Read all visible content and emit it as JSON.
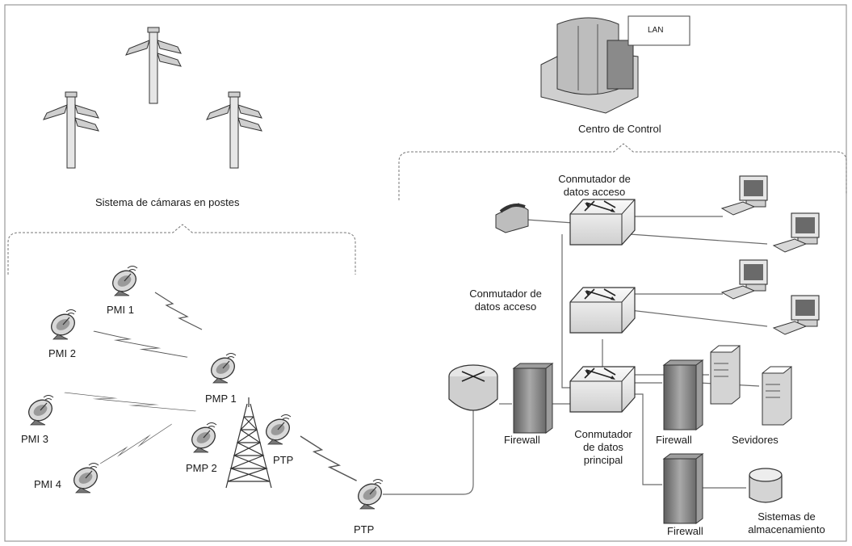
{
  "labels": {
    "lan": "LAN",
    "centro_control": "Centro de Control",
    "sistema_camaras": "Sistema de cámaras en postes",
    "conm_acceso_top_1": "Conmutador de",
    "conm_acceso_top_2": "datos acceso",
    "conm_acceso_mid_1": "Conmutador de",
    "conm_acceso_mid_2": "datos acceso",
    "conm_principal_1": "Conmutador",
    "conm_principal_2": "de datos",
    "conm_principal_3": "principal",
    "firewall_1": "Firewall",
    "firewall_2": "Firewall",
    "firewall_3": "Firewall",
    "servidores": "Sevidores",
    "almac_1": "Sistemas de",
    "almac_2": "almacenamiento",
    "pmi1": "PMI 1",
    "pmi2": "PMI 2",
    "pmi3": "PMI 3",
    "pmi4": "PMI 4",
    "pmp1": "PMP 1",
    "pmp2": "PMP 2",
    "ptp_tower": "PTP",
    "ptp_bottom": "PTP"
  },
  "colors": {
    "line": "#6b6b6b",
    "device_light": "#e8e8e8",
    "device_mid": "#bdbdbd",
    "device_dark": "#7a7a7a",
    "firewall": "#8a8a8a"
  }
}
